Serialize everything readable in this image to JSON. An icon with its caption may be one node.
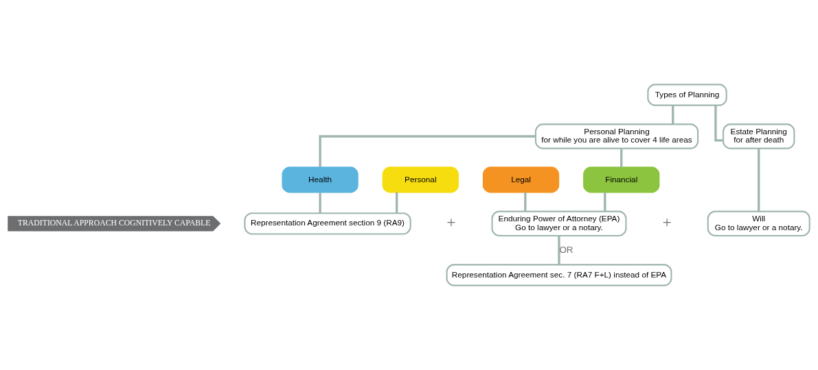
{
  "diagram": {
    "nodes": [
      {
        "text": [
          "Types of Planning"
        ]
      },
      {
        "text": [
          "Personal Planning",
          "for while you are alive to cover 4 life areas"
        ]
      },
      {
        "text": [
          "Estate Planning",
          "for after death"
        ]
      },
      {
        "text": [
          "Health"
        ]
      },
      {
        "text": [
          "Personal"
        ]
      },
      {
        "text": [
          "Legal"
        ]
      },
      {
        "text": [
          "Financial"
        ]
      },
      {
        "text": [
          "TRADITIONAL APPROACH COGNITIVELY CAPABLE"
        ]
      },
      {
        "text": [
          "Representation Agreement section 9 (RA9)"
        ]
      },
      {
        "text": [
          "Enduring Power of Attorney (EPA)",
          "Go to lawyer or a notary."
        ]
      },
      {
        "text": [
          "Representation Agreement sec. 7 (RA7 F+L) instead of EPA"
        ]
      },
      {
        "text": [
          "Will",
          "Go to lawyer or a notary."
        ]
      }
    ],
    "edges": [
      {
        "from": 0,
        "to": 1,
        "arrow": "none"
      },
      {
        "from": 0,
        "to": 2,
        "arrow": "none"
      },
      {
        "from": 1,
        "to": 3,
        "arrow": "none"
      },
      {
        "from": 1,
        "to": 6,
        "arrow": "none"
      },
      {
        "from": 3,
        "to": 8,
        "arrow": "none"
      },
      {
        "from": 4,
        "to": 8,
        "arrow": "none"
      },
      {
        "from": 5,
        "to": 9,
        "arrow": "none"
      },
      {
        "from": 6,
        "to": 9,
        "arrow": "none"
      },
      {
        "from": 9,
        "to": 10,
        "label": "OR",
        "arrow": "none"
      },
      {
        "from": 2,
        "to": 11,
        "arrow": "none"
      }
    ],
    "labels": [
      "+",
      "+"
    ]
  }
}
